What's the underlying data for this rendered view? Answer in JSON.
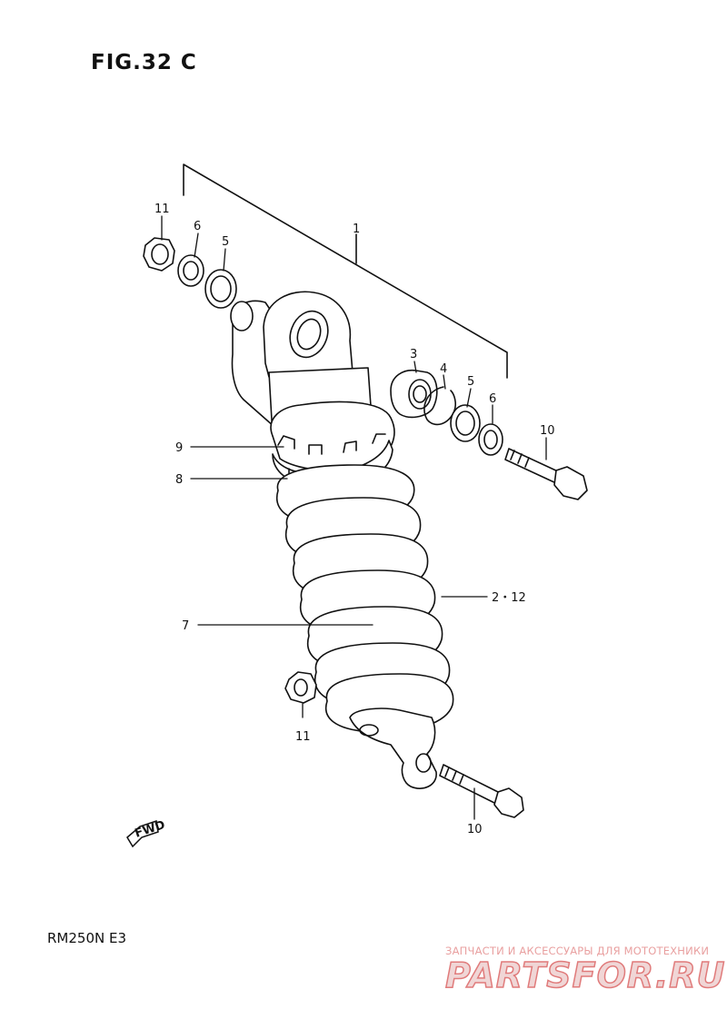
{
  "figure": {
    "title": "FIG.32 C"
  },
  "model": {
    "code": "RM250N  E3"
  },
  "watermark": {
    "tagline": "ЗАПЧАСТИ И АКСЕССУАРЫ ДЛЯ МОТОТЕХНИКИ",
    "logo": "PARTSFOR.RU"
  },
  "fwd_label": "FWD",
  "callouts": {
    "c1": "1",
    "c3": "3",
    "c4": "4",
    "c5a": "5",
    "c5b": "5",
    "c6a": "6",
    "c6b": "6",
    "c7": "7",
    "c8": "8",
    "c9": "9",
    "c10a": "10",
    "c10b": "10",
    "c11a": "11",
    "c11b": "11",
    "c212": "2・12"
  }
}
